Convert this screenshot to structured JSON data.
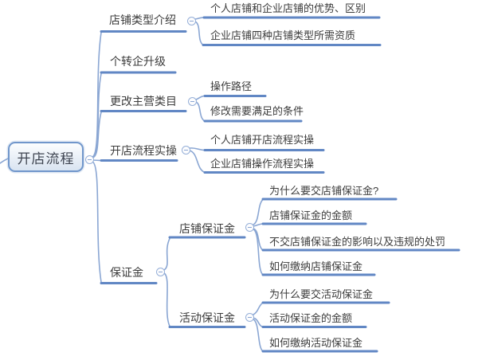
{
  "mindmap": {
    "root": {
      "label": "开店流程"
    },
    "topics": [
      {
        "label": "店铺类型介绍",
        "children": [
          {
            "label": "个人店铺和企业店铺的优势、区别"
          },
          {
            "label": "企业店铺四种店铺类型所需资质"
          }
        ]
      },
      {
        "label": "个转企升级",
        "children": []
      },
      {
        "label": "更改主营类目",
        "children": [
          {
            "label": "操作路径"
          },
          {
            "label": "修改需要满足的条件"
          }
        ]
      },
      {
        "label": "开店流程实操",
        "children": [
          {
            "label": "个人店铺开店流程实操"
          },
          {
            "label": "企业店铺操作流程实操"
          }
        ]
      },
      {
        "label": "保证金",
        "children": [
          {
            "label": "店铺保证金",
            "children": [
              {
                "label": "为什么要交店铺保证金?"
              },
              {
                "label": "店铺保证金的金额"
              },
              {
                "label": "不交店铺保证金的影响以及违规的处罚"
              },
              {
                "label": "如何缴纳店铺保证金"
              }
            ]
          },
          {
            "label": "活动保证金",
            "children": [
              {
                "label": "为什么要交活动保证金"
              },
              {
                "label": "活动保证金的金额"
              },
              {
                "label": "如何缴纳活动保证金"
              }
            ]
          }
        ]
      }
    ],
    "colors": {
      "branch_bar": "#6187c4",
      "branch_curve": "#8aa6d3",
      "root_border": "#7096cb",
      "root_fill_top": "#fcfdfe",
      "root_fill_bottom": "#d9e4f1",
      "text": "#3c3c3c"
    }
  }
}
